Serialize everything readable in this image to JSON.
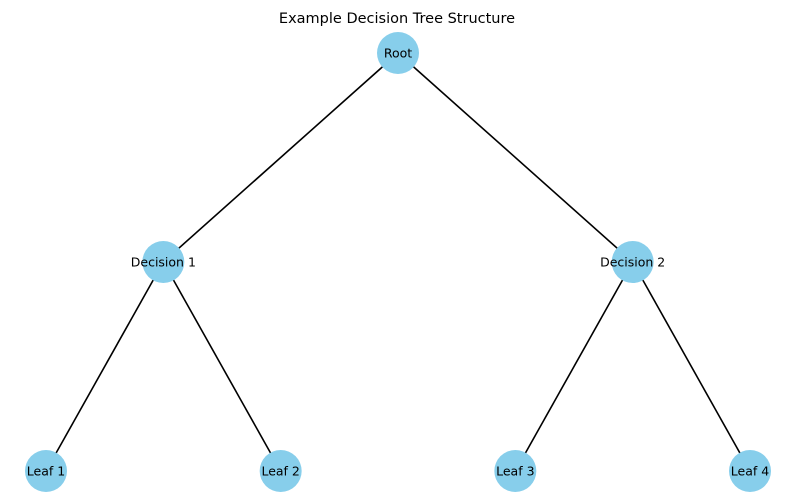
{
  "title": "Example Decision Tree Structure",
  "style": {
    "node_color": "#87ceeb",
    "edge_color": "#000000",
    "background": "#ffffff"
  },
  "nodes": [
    {
      "id": "root",
      "label": "Root",
      "level": 0
    },
    {
      "id": "decision-1",
      "label": "Decision 1",
      "level": 1
    },
    {
      "id": "decision-2",
      "label": "Decision 2",
      "level": 1
    },
    {
      "id": "leaf-1",
      "label": "Leaf 1",
      "level": 2
    },
    {
      "id": "leaf-2",
      "label": "Leaf 2",
      "level": 2
    },
    {
      "id": "leaf-3",
      "label": "Leaf 3",
      "level": 2
    },
    {
      "id": "leaf-4",
      "label": "Leaf 4",
      "level": 2
    }
  ],
  "edges": [
    {
      "from": "root",
      "to": "decision-1"
    },
    {
      "from": "root",
      "to": "decision-2"
    },
    {
      "from": "decision-1",
      "to": "leaf-1"
    },
    {
      "from": "decision-1",
      "to": "leaf-2"
    },
    {
      "from": "decision-2",
      "to": "leaf-3"
    },
    {
      "from": "decision-2",
      "to": "leaf-4"
    }
  ]
}
